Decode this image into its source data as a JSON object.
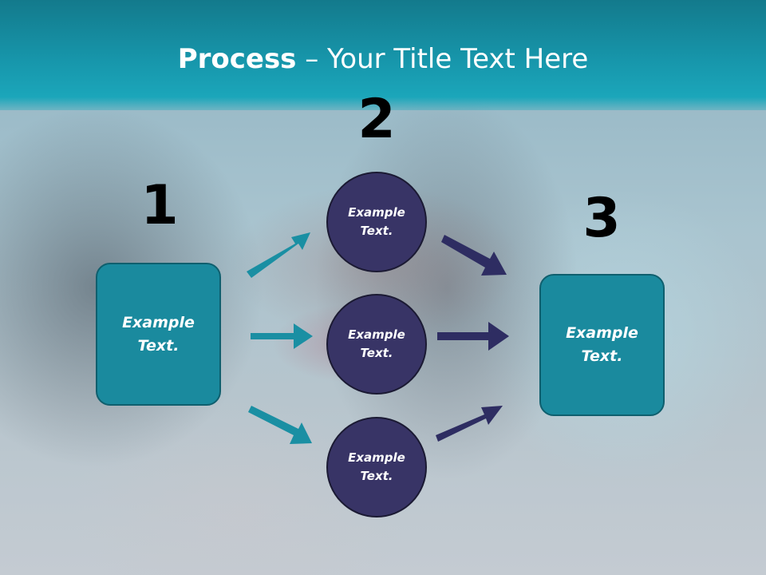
{
  "title": {
    "bold": "Process",
    "rest": " – Your Title Text Here"
  },
  "steps": {
    "one": "1",
    "two": "2",
    "three": "3"
  },
  "nodes": {
    "left_box": "Example\nText.",
    "circle_top": "Example\nText.",
    "circle_middle": "Example\nText.",
    "circle_bottom": "Example\nText.",
    "right_box": "Example\nText."
  },
  "colors": {
    "header": "#1796ab",
    "box_fill": "#1a8a9e",
    "circle_fill": "#383466",
    "teal_arrow": "#1a8fa3",
    "navy_arrow": "#2e2d62"
  }
}
